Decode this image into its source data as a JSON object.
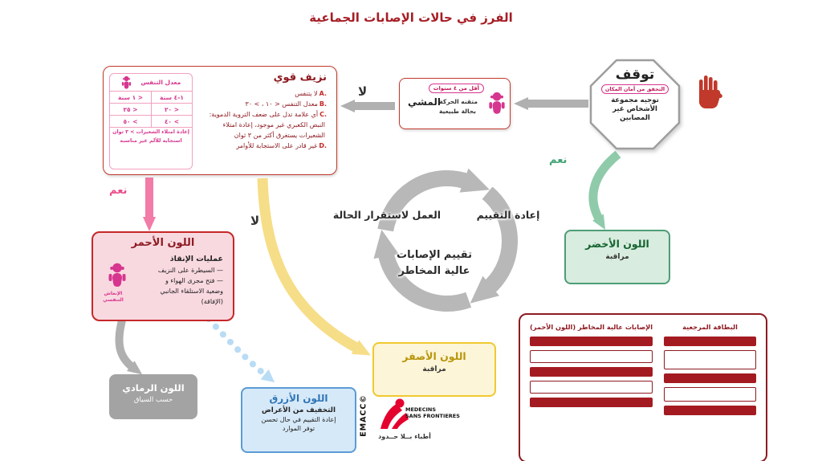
{
  "title": "الفرز في حالات الإصابات الجماعية",
  "stop": {
    "title": "توقف",
    "check": "التحقق من أمان المكان",
    "body1": "توجيه مجموعة",
    "body2": "الأشخاص غير",
    "body3": "المصابين"
  },
  "walking": {
    "pill": "أقل من ٤ سنوات",
    "line1": "متقنه الحركة",
    "line2": "بحالة طبيعية",
    "title": "المشي"
  },
  "labels": {
    "no_walk": "لا",
    "yes_red": "نعم",
    "yes_green": "نعم",
    "no_yellow": "لا"
  },
  "bleeding": {
    "title": "نزيف قوي",
    "items": [
      {
        "letter": "A.",
        "text": "لا يتنفس"
      },
      {
        "letter": "B.",
        "text": "معدل التنفس < ١٠ ، > ٣٠"
      },
      {
        "letter": "C.",
        "text": "أي علامة تدل على ضعف التروية الدموية:"
      },
      {
        "letter": "",
        "text": "النبض الكعبري غير موجود، إعادة امتلاء"
      },
      {
        "letter": "",
        "text": "الشعيرات يستغرق أكثر من ٣ ثوان"
      },
      {
        "letter": "D.",
        "text": "غير قادر على الاستجابة للأوامر"
      }
    ],
    "panel": {
      "header": "معدل التنفس",
      "col1": "١-٤ سنة",
      "col2": "< ١ سنة",
      "r1c1": "< ٢٠",
      "r1c2": "< ٢٥",
      "r2c1": "> ٤٠",
      "r2c2": "> ٥٠",
      "foot1": "إعادة امتلاء الشعيرات > ٣ ثوان",
      "foot2": "استجابة للألم غير مناسبة"
    }
  },
  "red_box": {
    "title": "اللون الأحمر",
    "subtitle": "عمليات الإنقاذ",
    "line1": "— السيطرة على النزيف",
    "line2": "— فتح مجرى الهواء و",
    "line3": "وضعية الاستلقاء الجانبي",
    "line4": "(الإفاقة)",
    "side1": "الإنعاش",
    "side2": "التنفسي"
  },
  "gray_box": {
    "title": "اللون الرمادي",
    "subtitle": "حسب السياق"
  },
  "blue_box": {
    "title": "اللون الأزرق",
    "line1": "التخفيف من الأعراض",
    "line2": "إعادة التقييم في حال تحسن",
    "line3": "توفر الموارد"
  },
  "yellow_box": {
    "title": "اللون الأصفر",
    "subtitle": "مراقبة"
  },
  "green_box": {
    "title": "اللون الأخضر",
    "subtitle": "مراقبة"
  },
  "cycle": {
    "stabilize": "العمل لاستقرار الحالة",
    "reassess": "إعادة التقييم",
    "assess1": "تقييم الإصابات",
    "assess2": "عالية المخاطر"
  },
  "card": {
    "header_right": "البطاقة المرجعية",
    "header_left": "الإصابات عالية المخاطر (اللون الأحمر)"
  },
  "msf": {
    "line1": "MEDECINS",
    "line2": "SANS FRONTIERES",
    "arabic": "أطباء بــلا حــدود",
    "emacc": "EMACC©"
  },
  "icons": {
    "hand": "raised-hand",
    "baby": "infant-pictogram",
    "msf_mark": "msf-running-figure"
  },
  "colors": {
    "dark_red": "#8e1b22",
    "red": "#c62828",
    "pink": "#d6368f",
    "pink_light": "#f9d9e0",
    "green": "#4e9d77",
    "green_light": "#d8ecdf",
    "yellow": "#f0c930",
    "yellow_light": "#fdf5d7",
    "blue": "#5b9bd5",
    "blue_light": "#d6e9f8",
    "gray_box": "#a3a3a3",
    "arrow_gray": "#b8b8b8",
    "msf_red": "#e4032e"
  }
}
